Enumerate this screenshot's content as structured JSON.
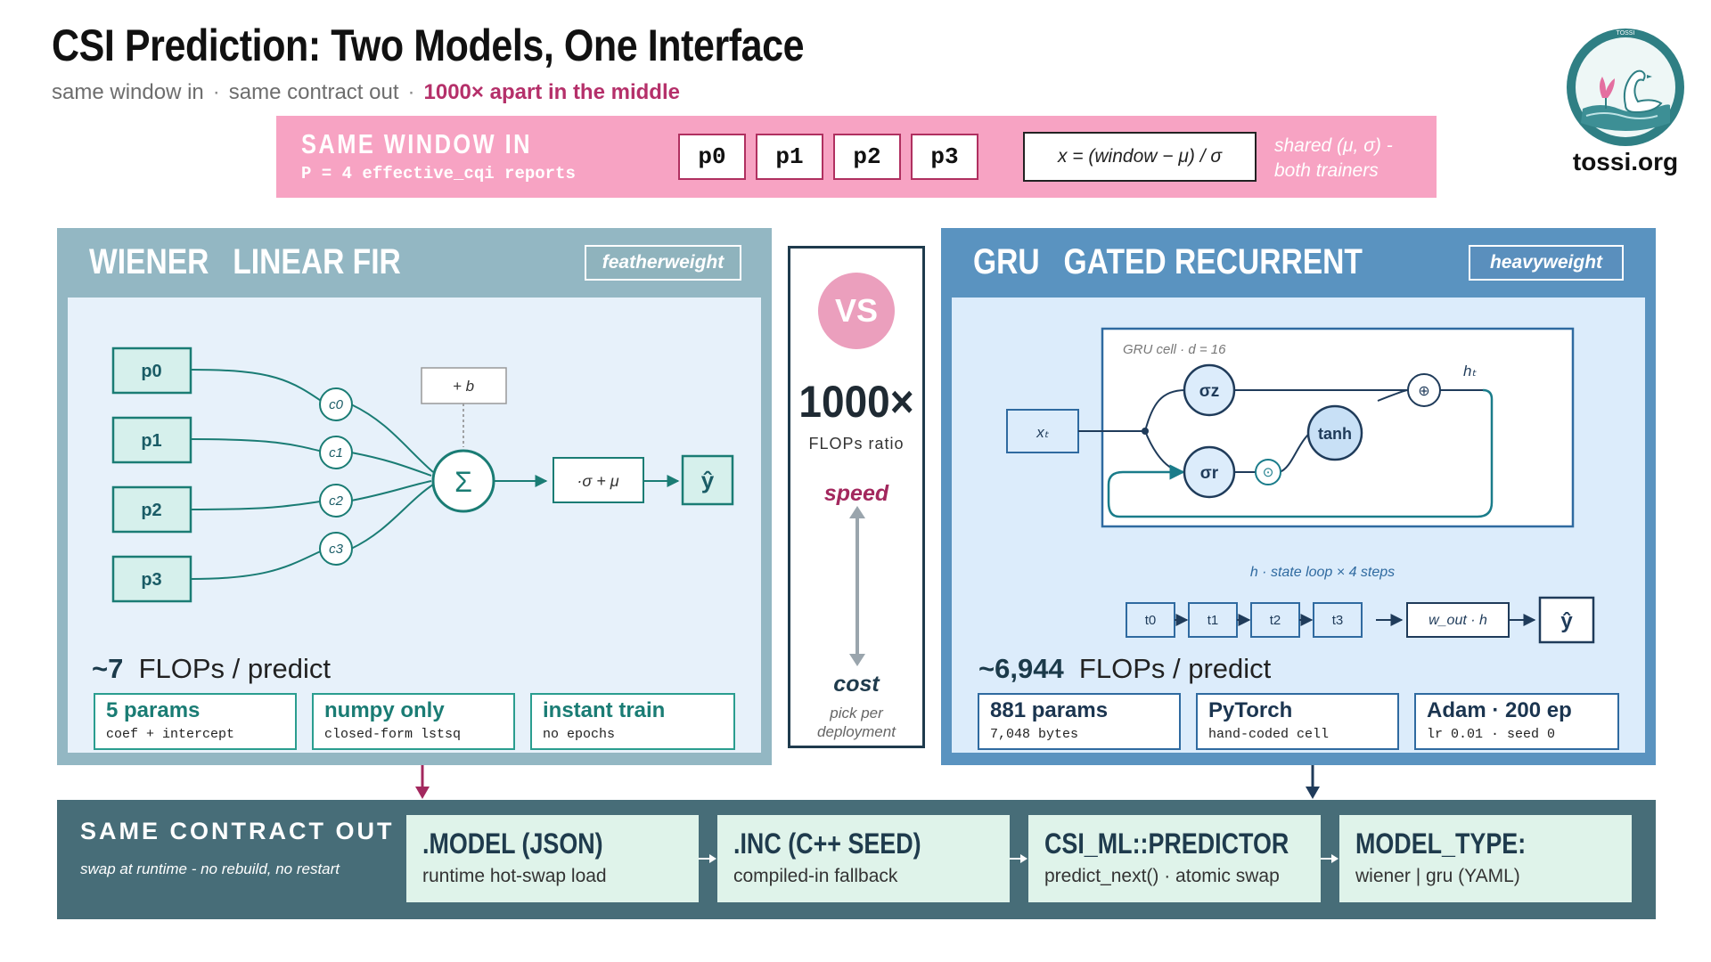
{
  "header": {
    "title": "CSI Prediction: Two Models, One Interface",
    "subtitle_parts": [
      "same window in",
      "same contract out"
    ],
    "subtitle_separator": "·",
    "subtitle_highlight": "1000× apart in the middle"
  },
  "logo": {
    "text": "tossi.org",
    "ring_text": "TOSSI"
  },
  "window_band": {
    "title": "SAME WINDOW IN",
    "subtitle": "P = 4 effective_cqi reports",
    "chips": [
      "p0",
      "p1",
      "p2",
      "p3"
    ],
    "formula": "x = (window − μ) / σ",
    "shared_line1": "shared (μ, σ) -",
    "shared_line2": "both trainers"
  },
  "wiener": {
    "name": "WIENER",
    "kind": "LINEAR FIR",
    "badge": "featherweight",
    "inputs": [
      "p0",
      "p1",
      "p2",
      "p3"
    ],
    "coefs": [
      "c0",
      "c1",
      "c2",
      "c3"
    ],
    "bias": "+ b",
    "sum": "Σ",
    "denorm": "·σ + μ",
    "output": "ŷ",
    "flops_value": "~7",
    "flops_label": "FLOPs / predict",
    "stats": [
      {
        "main": "5 params",
        "sub": "coef + intercept"
      },
      {
        "main": "numpy only",
        "sub": "closed-form lstsq"
      },
      {
        "main": "instant train",
        "sub": "no epochs"
      }
    ]
  },
  "versus": {
    "vs": "VS",
    "ratio": "1000×",
    "ratio_label": "FLOPs ratio",
    "speed": "speed",
    "cost": "cost",
    "cost_sub_line1": "pick per",
    "cost_sub_line2": "deployment"
  },
  "gru": {
    "name": "GRU",
    "kind": "GATED RECURRENT",
    "badge": "heavyweight",
    "cell_label": "GRU cell · d = 16",
    "input": "xₜ",
    "gate_z": "σz",
    "gate_r": "σr",
    "tanh": "tanh",
    "plus": "⊕",
    "mult": "⊙",
    "hidden": "hₜ",
    "loop_label": "h · state loop × 4 steps",
    "steps": [
      "t0",
      "t1",
      "t2",
      "t3"
    ],
    "readout": "w_out · h",
    "output": "ŷ",
    "flops_value": "~6,944",
    "flops_label": "FLOPs / predict",
    "stats": [
      {
        "main": "881 params",
        "sub": "7,048 bytes"
      },
      {
        "main": "PyTorch",
        "sub": "hand-coded cell"
      },
      {
        "main": "Adam · 200 ep",
        "sub": "lr 0.01  ·  seed 0"
      }
    ]
  },
  "contract": {
    "title": "SAME CONTRACT OUT",
    "subtitle": "swap at runtime -  no rebuild, no restart",
    "boxes": [
      {
        "main": ".MODEL  (JSON)",
        "sub": "runtime hot-swap load"
      },
      {
        "main": ".INC  (C++ SEED)",
        "sub": "compiled-in fallback"
      },
      {
        "main": "CSI_ML::PREDICTOR",
        "sub": "predict_next() · atomic swap"
      },
      {
        "main": "MODEL_TYPE:",
        "sub": "wiener | gru   (YAML)"
      }
    ]
  },
  "colors": {
    "accent_pink": "#f7a3c3",
    "highlight_magenta": "#b5306a",
    "wiener_teal": "#1a7c74",
    "gru_blue": "#2f6aa0",
    "contract_slate": "#476d78"
  }
}
